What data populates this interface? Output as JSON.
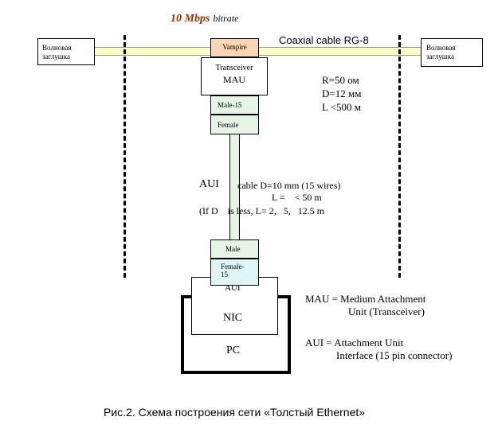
{
  "bitrate": {
    "value": "10 Mbps",
    "suffix": "bitrate"
  },
  "cable_label": "Coaxial cable RG-8",
  "terminators": {
    "left": "Волновая заглушка",
    "right": "Волновая заглушка"
  },
  "vampire_label": "Vampire",
  "transceiver": {
    "line1": "Transceiver",
    "line2": "MAU"
  },
  "connectors": {
    "male15": "Male-15",
    "female": "Female",
    "male": "Male",
    "female15": "Female-15"
  },
  "coax_params": [
    "R=50 ом",
    "D=12 мм",
    "L <500 м"
  ],
  "aui_block": {
    "label": "AUI",
    "line1": "cable D=10 mm (15 wires)",
    "line2": "L =    < 50 m",
    "line3": "(If D    is less, L= 2,   5,   12.5 m"
  },
  "nic_aui_label": "AUI",
  "nic_label": "NIC",
  "pc_label": "PC",
  "legend": {
    "mau_line1": "MAU = Medium  Attachment",
    "mau_line2": "Unit (Transceiver)",
    "aui_line1": "AUI = Attachment  Unit",
    "aui_line2": "Interface (15 pin connector)"
  },
  "caption": "Рис.2. Схема построения сети «Толстый Ethernet»",
  "colors": {
    "coax": "#ffffcc",
    "vampire": "#fcd5b4",
    "connector": "#e6f5e6",
    "female15": "#ddf7f7",
    "bitrate": "#993300"
  }
}
